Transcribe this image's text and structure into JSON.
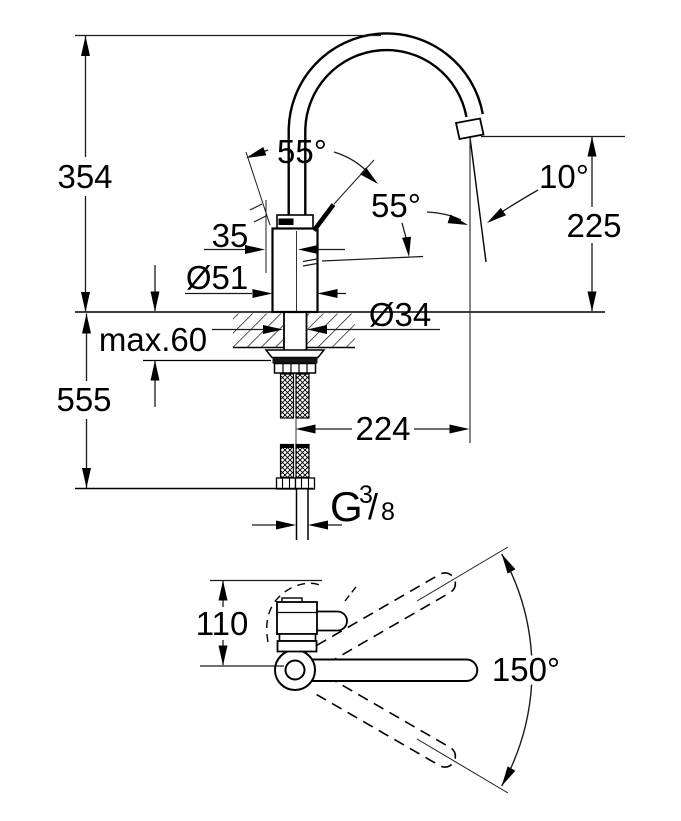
{
  "side_view": {
    "overall_height": "354",
    "below_counter_depth": "555",
    "counter_thickness": "max.60",
    "handle_offset": "35",
    "body_diameter": "Ø51",
    "hole_diameter": "Ø34",
    "lever_lift_angle": "55°",
    "lever_side_angle": "55°",
    "outlet_stream_angle": "10°",
    "outlet_height": "225",
    "spout_reach": "224",
    "thread_letter": "G",
    "thread_numerator": "3",
    "thread_slash": "/",
    "thread_denominator": "8"
  },
  "top_view": {
    "handle_depth": "110",
    "swivel_range": "150°"
  },
  "colors": {
    "line": "#000000",
    "dimension": "#1a1a1a",
    "background": "#ffffff"
  }
}
